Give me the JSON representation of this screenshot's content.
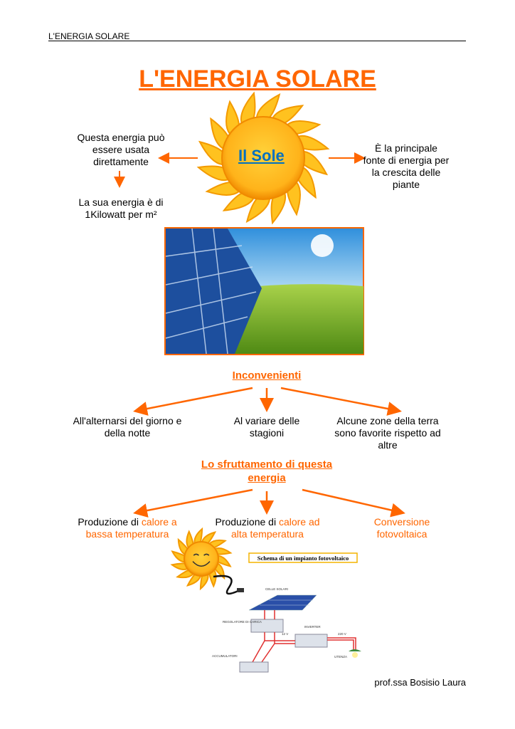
{
  "header": {
    "running_title": "L'ENERGIA SOLARE"
  },
  "title": "L'ENERGIA SOLARE",
  "sun": {
    "label": "Il Sole"
  },
  "left_note": "Questa energia può essere usata direttamente",
  "left_note2": "La sua energia è di 1Kilowatt per m²",
  "right_note": "È la principale fonte di energia per la crescita delle piante",
  "inconvenienti": {
    "heading": "Inconvenienti",
    "items": [
      "All'alternarsi del giorno e della notte",
      "Al variare delle stagioni",
      "Alcune zone della terra sono favorite rispetto ad altre"
    ]
  },
  "sfruttamento": {
    "heading": "Lo sfruttamento di questa energia",
    "items": [
      {
        "pre": "Produzione di ",
        "hl": "calore a bassa temperatura"
      },
      {
        "pre": "Produzione di ",
        "hl": "calore ad alta temperatura"
      },
      {
        "pre": "",
        "hl": "Conversione fotovoltaica"
      }
    ]
  },
  "diagram": {
    "caption": "Schema di un impianto fotovoltaico",
    "labels": {
      "cells": "CELLE SOLARI",
      "regulator": "REGOLATORE DI CARICA",
      "inverter": "INVERTER",
      "v12": "12 V",
      "v220": "220 V",
      "batteries": "ACCUMULATORI",
      "load": "UTENZA"
    }
  },
  "footer": "prof.ssa Bosisio Laura",
  "colors": {
    "accent": "#ff6600",
    "blue": "#0070c0"
  }
}
